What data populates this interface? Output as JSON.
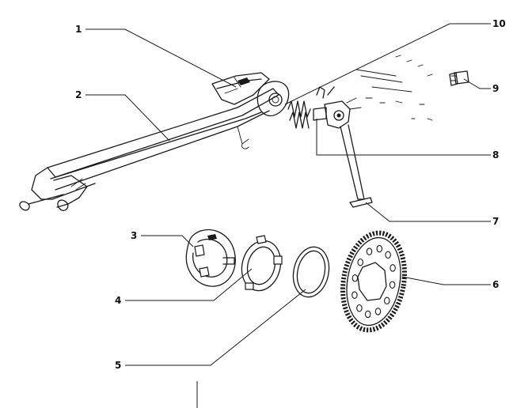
{
  "callouts": [
    {
      "id": "1",
      "label": "1"
    },
    {
      "id": "2",
      "label": "2"
    },
    {
      "id": "3",
      "label": "3"
    },
    {
      "id": "4",
      "label": "4"
    },
    {
      "id": "5",
      "label": "5"
    },
    {
      "id": "6",
      "label": "6"
    },
    {
      "id": "7",
      "label": "7"
    },
    {
      "id": "8",
      "label": "8"
    },
    {
      "id": "9",
      "label": "9"
    },
    {
      "id": "10",
      "label": "10"
    }
  ],
  "palette": {
    "ink": "#1a1a1a",
    "paper": "#ffffff"
  }
}
